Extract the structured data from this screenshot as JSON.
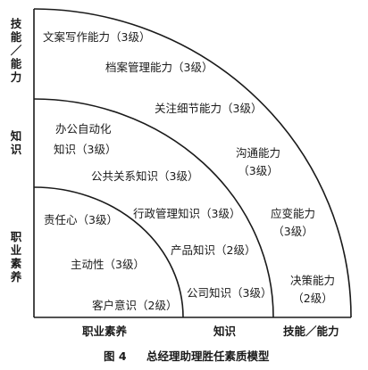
{
  "diagram": {
    "vertical_axis_labels": [
      {
        "id": "skills",
        "chars": [
          "技",
          "能",
          "／",
          "能",
          "力"
        ]
      },
      {
        "id": "knowledge",
        "chars": [
          "知",
          "识"
        ]
      },
      {
        "id": "literacy",
        "chars": [
          "职",
          "业",
          "素",
          "养"
        ]
      }
    ],
    "horizontal_axis_labels": {
      "literacy": "职业素养",
      "knowledge": "知识",
      "skills": "技能／能力"
    },
    "caption": {
      "figure_number": "图 4",
      "title": "总经理助理胜任素质模型"
    },
    "items": {
      "skills": [
        {
          "line1": "文案写作能力（3级）"
        },
        {
          "line1": "档案管理能力（3级）"
        },
        {
          "line1": "关注细节能力（3级）"
        },
        {
          "line1": "沟通能力",
          "line2": "（3级）"
        },
        {
          "line1": "应变能力",
          "line2": "（3级）"
        },
        {
          "line1": "决策能力",
          "line2": "（2级）"
        }
      ],
      "knowledge": [
        {
          "line1": "办公自动化",
          "line2": "知识（3级）"
        },
        {
          "line1": "公共关系知识（3级）"
        },
        {
          "line1": "行政管理知识（3级）"
        },
        {
          "line1": "产品知识（2级）"
        },
        {
          "line1": "公司知识（3级）"
        }
      ],
      "literacy": [
        {
          "line1": "责任心（3级）"
        },
        {
          "line1": "主动性（3级）"
        },
        {
          "line1": "客户意识（2级）"
        }
      ]
    }
  }
}
